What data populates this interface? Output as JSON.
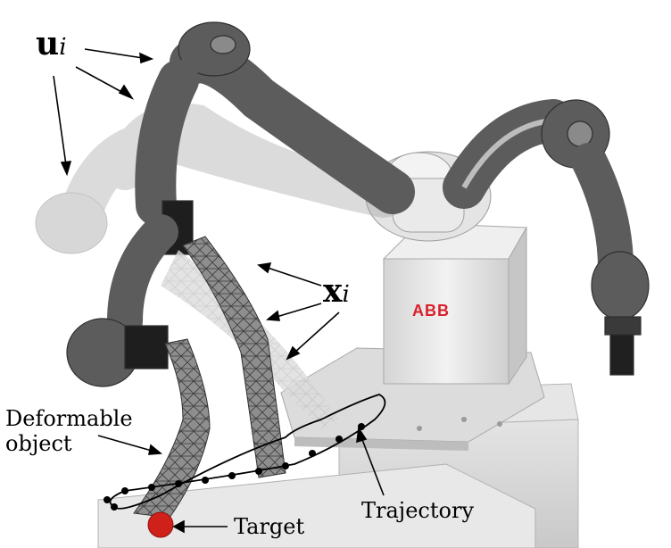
{
  "labels": {
    "u_var": "u",
    "u_sub": "i",
    "x_var": "x",
    "x_sub": "i",
    "deformable": "Deformable\nobject",
    "target": "Target",
    "trajectory": "Trajectory",
    "brand": "ABB"
  },
  "colors": {
    "robot_dark": "#5c5c5c",
    "robot_light": "#cfcfcf",
    "body": "#e3e3e3",
    "cable": "#8a8a8a",
    "target": "#d0201a",
    "brand": "#d9202b"
  }
}
